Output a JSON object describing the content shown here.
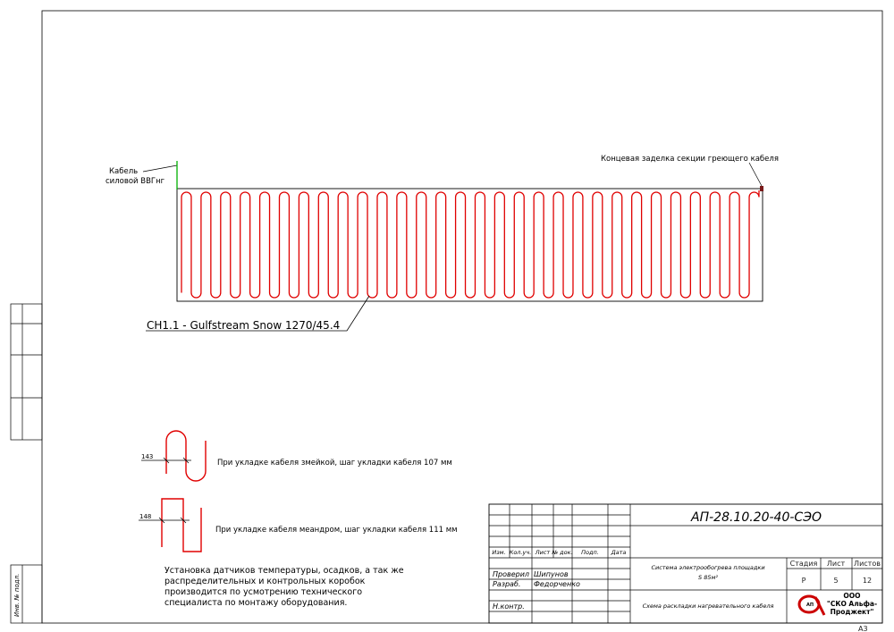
{
  "labels": {
    "power_cable": [
      "Кабель",
      "силовой ВВГнг"
    ],
    "end_termination": "Концевая заделка секции греющего кабеля",
    "section": "СН1.1 - Gulfstream Snow 1270/45.4",
    "snake_dim": "143",
    "snake_note": "При укладке кабеля змейкой, шаг укладки кабеля 107 мм",
    "meander_dim": "148",
    "meander_note": "При укладке кабеля меандром, шаг укладки кабеля 111 мм",
    "sensor_note": [
      "Установка датчиков температуры, осадков, а так же",
      "распределительных и контрольных коробок",
      "производится по усмотрению технического",
      "специалиста по монтажу оборудования."
    ]
  },
  "side_stamp": {
    "inv_no": "Инв. № подл."
  },
  "title_block": {
    "designation": "АП-28.10.20-40-СЭО",
    "col_headers": [
      "Изм.",
      "Кол.уч.",
      "Лист",
      "№ док.",
      "Подп.",
      "Дата"
    ],
    "roles": [
      {
        "role": "Проверил",
        "name": "Шипунов"
      },
      {
        "role": "Разраб.",
        "name": "Федорченко"
      },
      {
        "role": "",
        "name": ""
      },
      {
        "role": "Н.контр.",
        "name": ""
      }
    ],
    "system_name": [
      "Система электрообогрева площадки",
      "S 85м²"
    ],
    "sheet_name": "Схема раскладки нагревательного кабеля",
    "stage_label": "Стадия",
    "sheet_label": "Лист",
    "sheets_label": "Листов",
    "stage": "Р",
    "sheet": "5",
    "sheets": "12",
    "company": [
      "ООО",
      "\"СКО Альфа-",
      "Проджект\""
    ],
    "logo_text": "АП"
  },
  "format": "А3",
  "colors": {
    "cable": "#e00000",
    "power_cable": "#00b000",
    "frame": "#000000"
  }
}
